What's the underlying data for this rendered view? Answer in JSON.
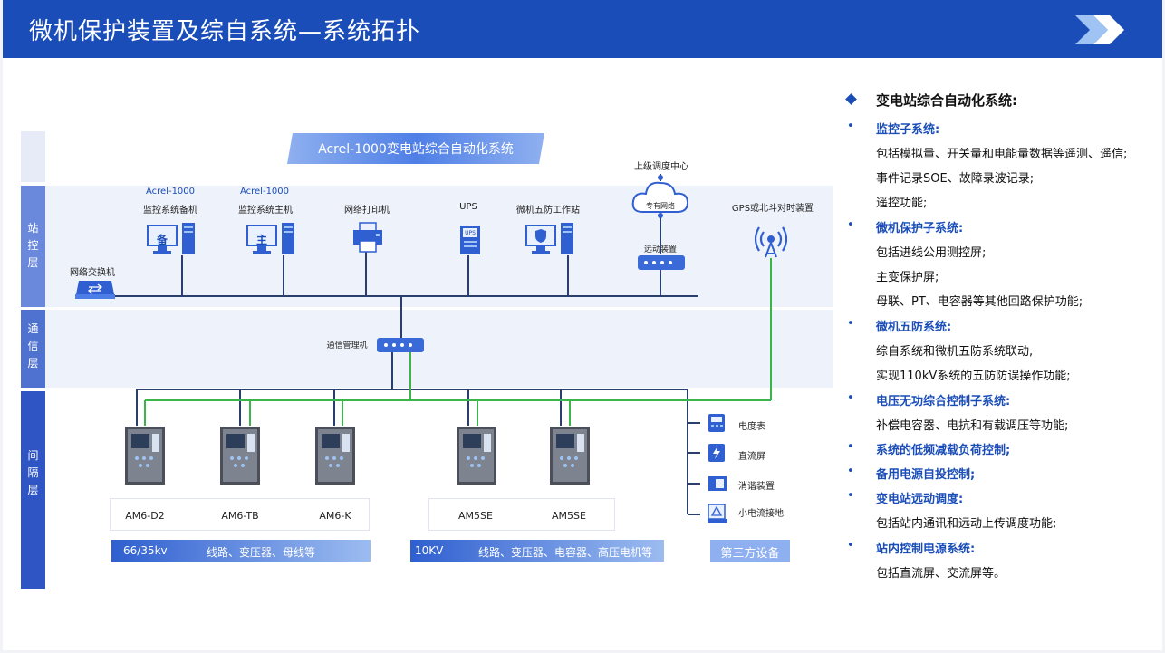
{
  "header": {
    "title": "微机保护装置及综自系统—系统拓扑",
    "accent_color": "#1a4db8",
    "icon": "double-chevron-right-icon"
  },
  "diagram": {
    "system_title": "Acrel-1000变电站综合自动化系统",
    "layers": {
      "station": "站控层",
      "comm": "通信层",
      "bay": "间隔层"
    },
    "station_devices": {
      "switch": "网络交换机",
      "backup_brand": "Acrel-1000",
      "backup": "监控系统备机",
      "backup_badge": "备",
      "host_brand": "Acrel-1000",
      "host": "监控系统主机",
      "host_badge": "主",
      "printer": "网络打印机",
      "ups": "UPS",
      "ups_badge": "UPS",
      "five_prevention": "微机五防工作站",
      "dispatch": "上级调度中心",
      "private_net": "专有网络",
      "telecontrol": "远动装置",
      "gps": "GPS或北斗对时装置"
    },
    "comm_manager": "通信管理机",
    "relays_left": [
      "AM6-D2",
      "AM6-TB",
      "AM6-K"
    ],
    "relays_right": [
      "AM5SE",
      "AM5SE"
    ],
    "third_party": [
      "电度表",
      "直流屏",
      "消谐装置",
      "小电流接地"
    ],
    "banners": {
      "left_voltage": "66/35kv",
      "left_desc": "线路、变压器、母线等",
      "right_voltage": "10KV",
      "right_desc": "线路、变压器、电容器、高压电机等",
      "third": "第三方设备"
    },
    "line_colors": {
      "bus": "#2b3f6e",
      "gps_link": "#3bb54a"
    }
  },
  "features": {
    "heading": "变电站综合自动化系统:",
    "sections": [
      {
        "title": "监控子系统:",
        "details": [
          "包括模拟量、开关量和电能量数据等遥测、遥信;",
          "事件记录SOE、故障录波记录;",
          "遥控功能;"
        ]
      },
      {
        "title": "微机保护子系统:",
        "details": [
          "包括进线公用测控屏;",
          "主变保护屏;",
          "母联、PT、电容器等其他回路保护功能;"
        ]
      },
      {
        "title": "微机五防系统:",
        "details": [
          "综自系统和微机五防系统联动,",
          "实现110kV系统的五防防误操作功能;"
        ]
      },
      {
        "title": "电压无功综合控制子系统:",
        "details": [
          "补偿电容器、电抗和有载调压等功能;"
        ]
      },
      {
        "title": "系统的低频减载负荷控制;",
        "details": []
      },
      {
        "title": "备用电源自投控制;",
        "details": []
      },
      {
        "title": "变电站远动调度:",
        "details": [
          "包括站内通讯和远动上传调度功能;"
        ]
      },
      {
        "title": "站内控制电源系统:",
        "details": [
          "包括直流屏、交流屏等。"
        ]
      }
    ]
  }
}
